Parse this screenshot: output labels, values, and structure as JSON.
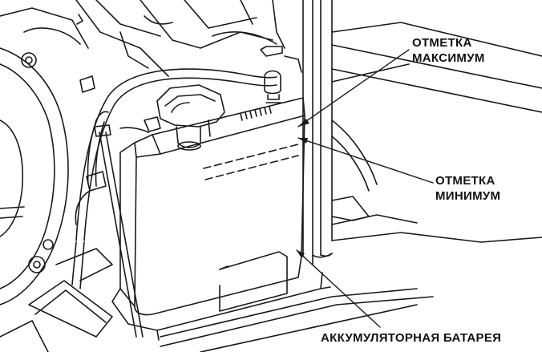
{
  "labels": {
    "max_mark": [
      "ОТМЕТКА",
      "МАКСИМУМ"
    ],
    "min_mark": [
      "ОТМЕТКА",
      "МИНИМУМ"
    ],
    "battery": "АККУМУЛЯТОРНАЯ БАТАРЕЯ"
  },
  "colors": {
    "line": "#1a1a1a",
    "background": "#ffffff",
    "text": "#111111"
  }
}
